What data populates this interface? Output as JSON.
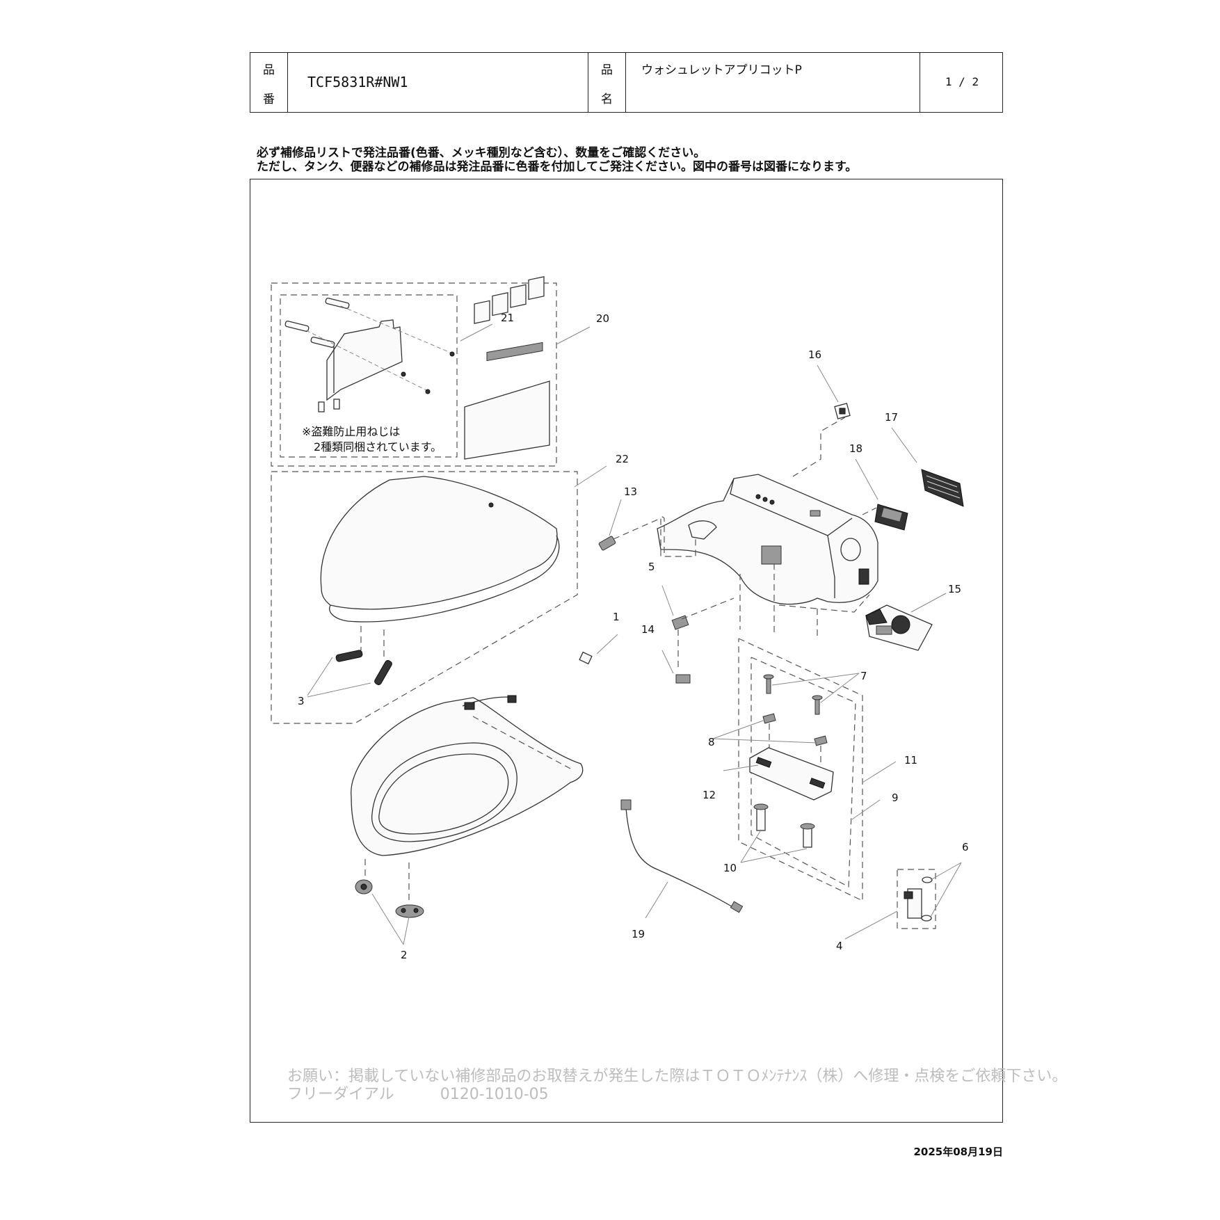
{
  "header": {
    "part_no_label_1": "品",
    "part_no_label_2": "番",
    "part_no": "TCF5831R#NW1",
    "name_label_1": "品",
    "name_label_2": "名",
    "product_name": "ウォシュレットアプリコットP",
    "page": "1 / 2"
  },
  "notes": {
    "line1": "必ず補修品リストで発注品番(色番、メッキ種別など含む）、数量をご確認ください。",
    "line2": "ただし、タンク、便器などの補修品は発注品番に色番を付加してご発注ください。図中の番号は図番になります。"
  },
  "diagram": {
    "note_line1": "※盗難防止用ねじは",
    "note_line2": "2種類同梱されています。",
    "callouts": [
      "1",
      "2",
      "3",
      "4",
      "5",
      "6",
      "7",
      "8",
      "9",
      "10",
      "11",
      "12",
      "13",
      "14",
      "15",
      "16",
      "17",
      "18",
      "19",
      "20",
      "21",
      "22"
    ]
  },
  "footer": {
    "line1": "お願い：掲載していない補修部品のお取替えが発生した際はＴＯＴＯﾒﾝﾃﾅﾝｽ（株）へ修理・点検をご依頼下さい。",
    "line2": "フリーダイアル　　　0120-1010-05"
  },
  "date": "2025年08月19日"
}
